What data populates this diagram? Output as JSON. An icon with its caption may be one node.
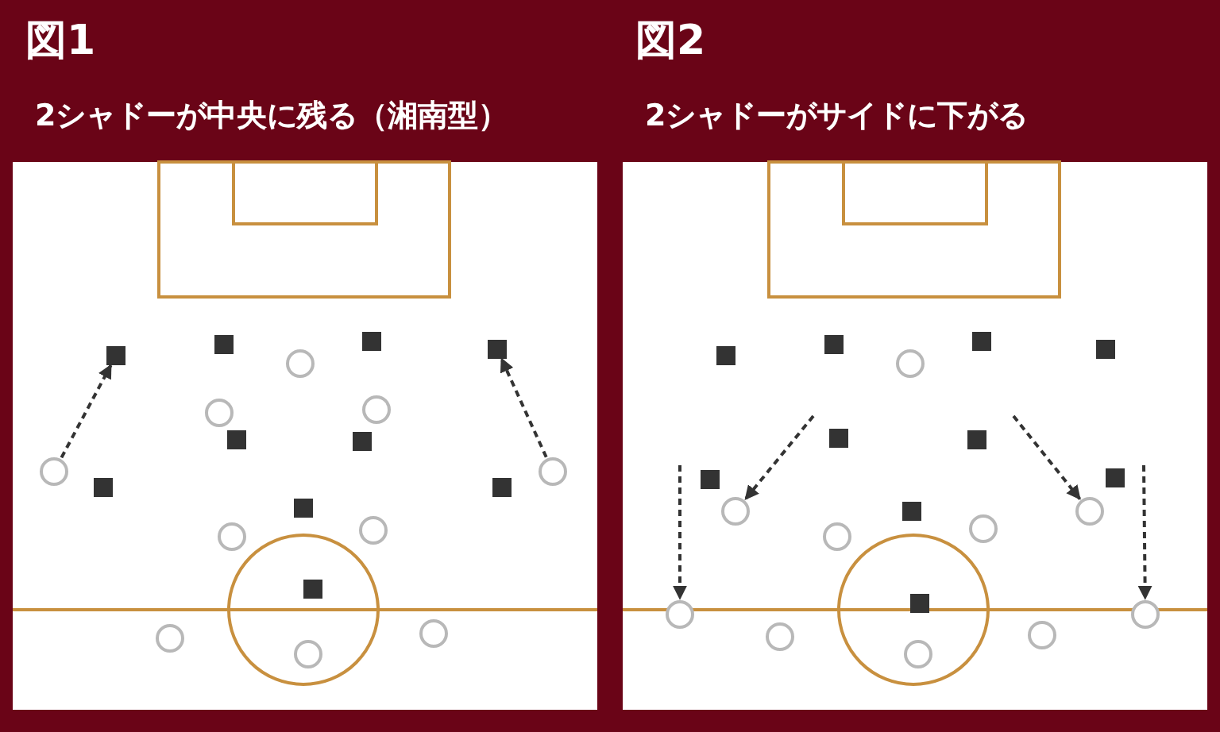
{
  "diagram": {
    "nodes": [
      {
        "text": [],
        "shape": "box"
      },
      {
        "text": [],
        "shape": "box"
      },
      {
        "text": [],
        "shape": "circle"
      },
      {
        "text": [],
        "shape": "box"
      },
      {
        "text": [],
        "shape": "box"
      },
      {
        "text": [],
        "shape": "circle"
      },
      {
        "text": [],
        "shape": "circle"
      },
      {
        "text": [],
        "shape": "box"
      },
      {
        "text": [],
        "shape": "box"
      },
      {
        "text": [],
        "shape": "circle"
      },
      {
        "text": [],
        "shape": "circle"
      },
      {
        "text": [],
        "shape": "box"
      },
      {
        "text": [],
        "shape": "box"
      },
      {
        "text": [],
        "shape": "box"
      },
      {
        "text": [],
        "shape": "circle"
      },
      {
        "text": [],
        "shape": "circle"
      },
      {
        "text": [],
        "shape": "box"
      },
      {
        "text": [],
        "shape": "circle"
      },
      {
        "text": [],
        "shape": "circle"
      },
      {
        "text": [],
        "shape": "circle"
      },
      {
        "text": [],
        "shape": "box"
      },
      {
        "text": [],
        "shape": "box"
      },
      {
        "text": [],
        "shape": "circle"
      },
      {
        "text": [],
        "shape": "box"
      },
      {
        "text": [],
        "shape": "box"
      },
      {
        "text": [],
        "shape": "box"
      },
      {
        "text": [],
        "shape": "box"
      },
      {
        "text": [],
        "shape": "box"
      },
      {
        "text": [],
        "shape": "box"
      },
      {
        "text": [],
        "shape": "circle"
      },
      {
        "text": [],
        "shape": "circle"
      },
      {
        "text": [],
        "shape": "box"
      },
      {
        "text": [],
        "shape": "circle"
      },
      {
        "text": [],
        "shape": "circle"
      },
      {
        "text": [],
        "shape": "box"
      },
      {
        "text": [],
        "shape": "circle"
      },
      {
        "text": [],
        "shape": "circle"
      },
      {
        "text": [],
        "shape": "circle"
      },
      {
        "text": [],
        "shape": "circle"
      },
      {
        "text": [],
        "shape": "circle"
      }
    ],
    "edges": [
      {
        "from": 9,
        "to": 0,
        "arrow": "to",
        "style": "dashed"
      },
      {
        "from": 10,
        "to": 4,
        "arrow": "to",
        "style": "dashed"
      },
      {
        "from": null,
        "to": 29,
        "arrow": "to",
        "style": "dashed"
      },
      {
        "from": null,
        "to": 30,
        "arrow": "to",
        "style": "dashed"
      },
      {
        "from": null,
        "to": 35,
        "arrow": "to",
        "style": "dashed"
      },
      {
        "from": null,
        "to": 36,
        "arrow": "to",
        "style": "dashed"
      }
    ],
    "labels": [
      "図1",
      "2シャドーが中央に残る（湘南型）",
      "図2",
      "2シャドーがサイドに下がる"
    ]
  }
}
